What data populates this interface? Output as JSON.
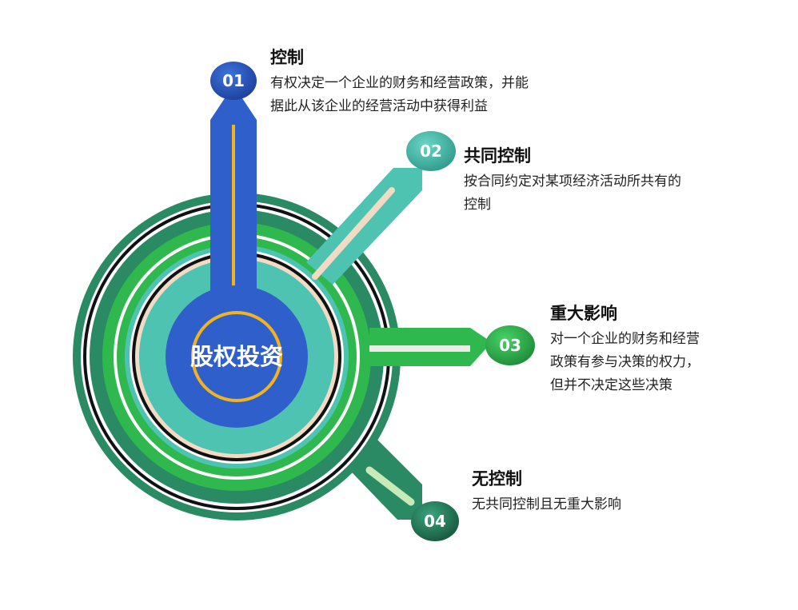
{
  "center": {
    "label": "股权投资"
  },
  "items": [
    {
      "number": "01",
      "title": "控制",
      "lines": [
        "有权决定一个企业的财务和经营政策，并能",
        "据此从该企业的经营活动中获得利益"
      ]
    },
    {
      "number": "02",
      "title": "共同控制",
      "lines": [
        "按合同约定对某项经济活动所共有的",
        "控制"
      ]
    },
    {
      "number": "03",
      "title": "重大影响",
      "lines": [
        "对一个企业的财务和经营",
        "政策有参与决策的权力，",
        "但并不决定这些决策"
      ]
    },
    {
      "number": "04",
      "title": "无控制",
      "lines": [
        "无共同控制且无重大影响"
      ]
    }
  ],
  "colors": {
    "blue": "#2f5fcb",
    "gold": "#f1b31f",
    "teal": "#4fc3b2",
    "green_bright": "#2fb84e",
    "green_dark": "#2a8a63",
    "ring_black": "#111111"
  }
}
